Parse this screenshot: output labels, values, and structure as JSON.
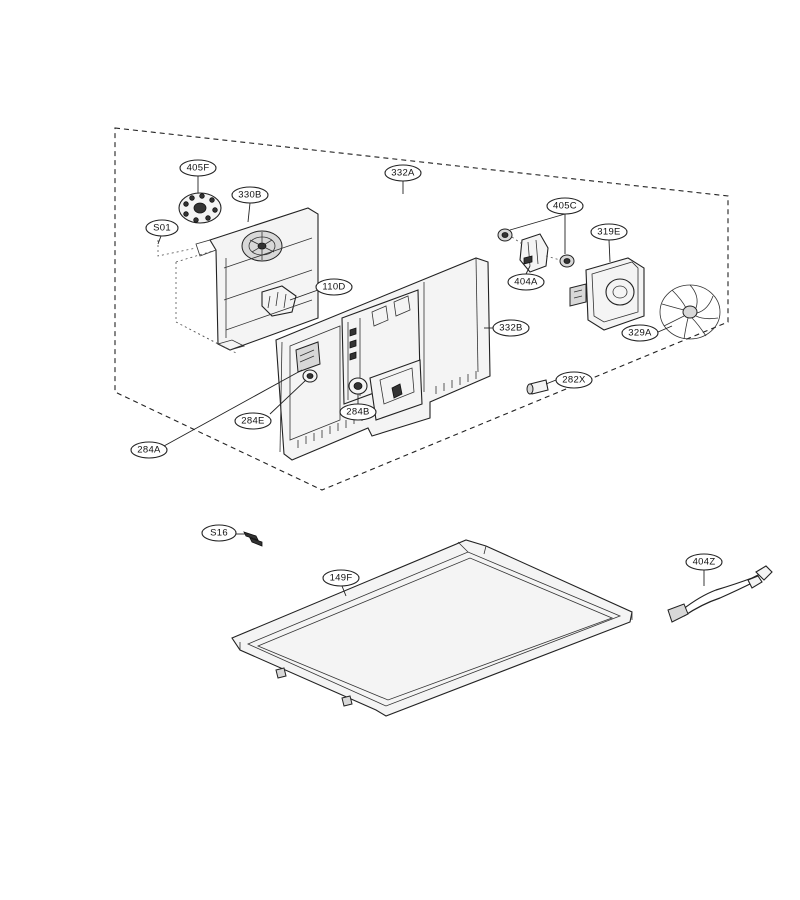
{
  "callouts": {
    "c405F": "405F",
    "c330B": "330B",
    "c332A": "332A",
    "c405C": "405C",
    "cS01": "S01",
    "c319E": "319E",
    "c110D": "110D",
    "c404A": "404A",
    "c332B": "332B",
    "c329A": "329A",
    "c282X": "282X",
    "c284E": "284E",
    "c284B": "284B",
    "c284A": "284A",
    "cS16": "S16",
    "c149F": "149F",
    "c404Z": "404Z"
  }
}
